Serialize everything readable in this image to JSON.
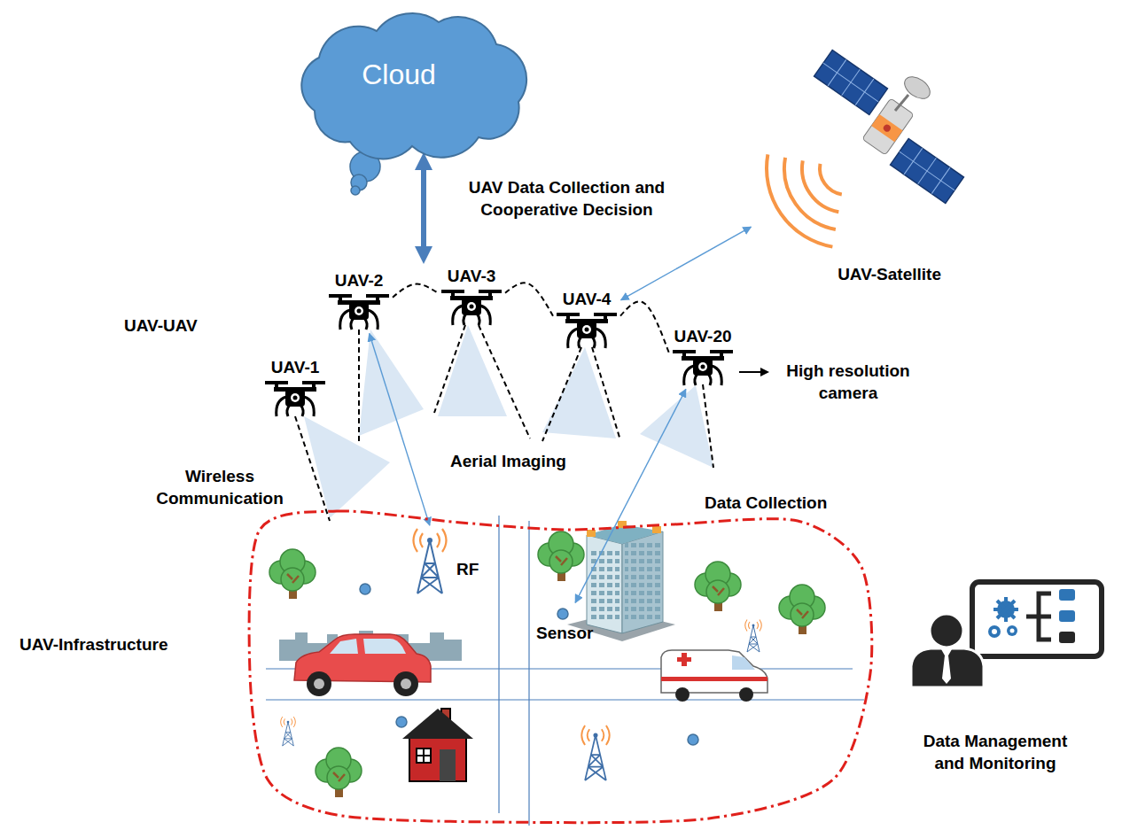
{
  "diagram": {
    "nodes": [
      {
        "text": [
          "Cloud"
        ]
      },
      {
        "text": [
          "UAV-Satellite"
        ]
      },
      {
        "text": [
          "UAV-1"
        ]
      },
      {
        "text": [
          "UAV-2"
        ]
      },
      {
        "text": [
          "UAV-3"
        ]
      },
      {
        "text": [
          "UAV-4"
        ]
      },
      {
        "text": [
          "UAV-20"
        ]
      },
      {
        "text": [
          "UAV-Infrastructure"
        ]
      },
      {
        "text": [
          "RF"
        ],
        "in": 7
      },
      {
        "text": [
          "Sensor"
        ],
        "in": 7
      }
    ],
    "edges": [
      {
        "from": 0,
        "to": 4,
        "arrow": "both",
        "label": "UAV Data Collection and Cooperative Decision"
      },
      {
        "from": 3,
        "to": 4,
        "arrow": "none"
      },
      {
        "from": 4,
        "to": 5,
        "arrow": "none"
      },
      {
        "from": 5,
        "to": 6,
        "arrow": "none"
      },
      {
        "from": 5,
        "to": 1,
        "arrow": "both"
      },
      {
        "from": 3,
        "to": 8,
        "arrow": "both"
      },
      {
        "from": 6,
        "to": 9,
        "arrow": "both"
      }
    ],
    "labels": [
      "UAV-UAV",
      "Wireless Communication",
      "Aerial Imaging",
      "Data Collection",
      "High resolution camera",
      "Data Management and Monitoring"
    ]
  }
}
